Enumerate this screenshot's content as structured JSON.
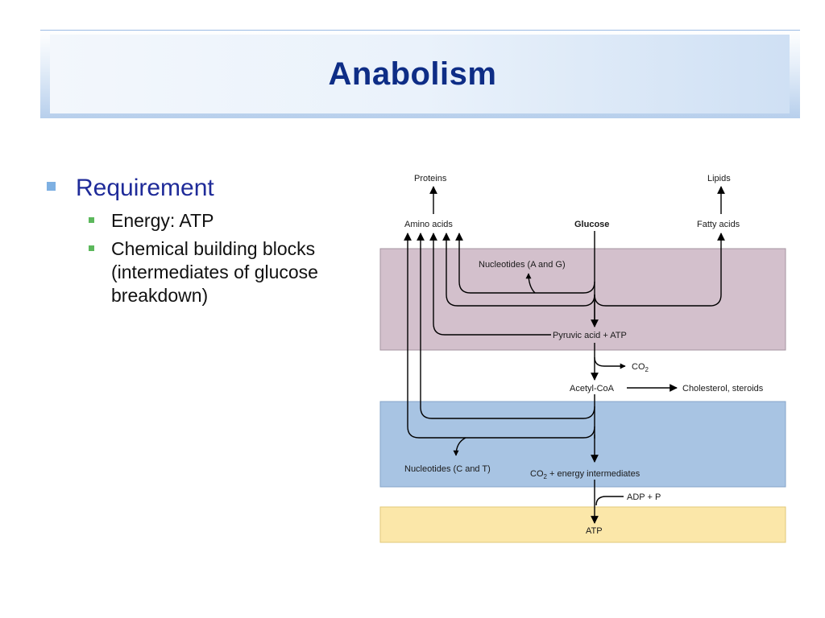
{
  "slide": {
    "title": "Anabolism"
  },
  "bullets": {
    "level1": "Requirement",
    "level2": [
      "Energy: ATP",
      "Chemical building blocks (intermediates of glucose breakdown)"
    ]
  },
  "diagram": {
    "nodes": {
      "proteins": "Proteins",
      "lipids": "Lipids",
      "amino_acids": "Amino acids",
      "glucose": "Glucose",
      "fatty_acids": "Fatty acids",
      "nucleotides_ag": "Nucleotides (A and G)",
      "pyruvic": "Pyruvic acid + ATP",
      "co2": "CO",
      "co2_sub": "2",
      "acetyl": "Acetyl-CoA",
      "cholesterol": "Cholesterol, steroids",
      "nucleotides_ct": "Nucleotides (C and T)",
      "energy_co2": "CO",
      "energy_sub": "2",
      "energy_rest": " + energy intermediates",
      "adp": "ADP + P",
      "atp": "ATP"
    },
    "colors": {
      "band_purple": "#d3c0cc",
      "band_blue": "#a8c4e3",
      "band_yellow": "#fbe7a9"
    }
  }
}
